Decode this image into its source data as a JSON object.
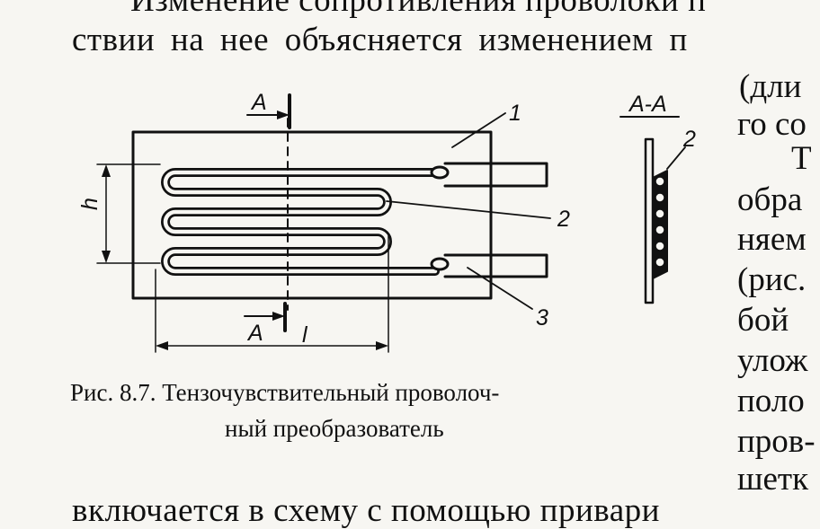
{
  "text": {
    "top_line_1": "Изменение сопротивления проволоки п",
    "top_line_2": "ствии на нее объясняется изменением п",
    "right_lines": [
      "(дли",
      "го со",
      "Т",
      "обра",
      "няем",
      "(рис.",
      "бой",
      "улож",
      "поло",
      "пров-",
      "шетк"
    ],
    "bottom_line": "включается в схему с помощью привари"
  },
  "figure": {
    "caption_line_1": "Рис. 8.7. Тензочувствительный проволоч-",
    "caption_line_2": "ный преобразователь",
    "section_mark": "A",
    "section_title": "A-A",
    "dim_h": "h",
    "dim_l": "l",
    "callouts": [
      "1",
      "2",
      "3"
    ]
  }
}
